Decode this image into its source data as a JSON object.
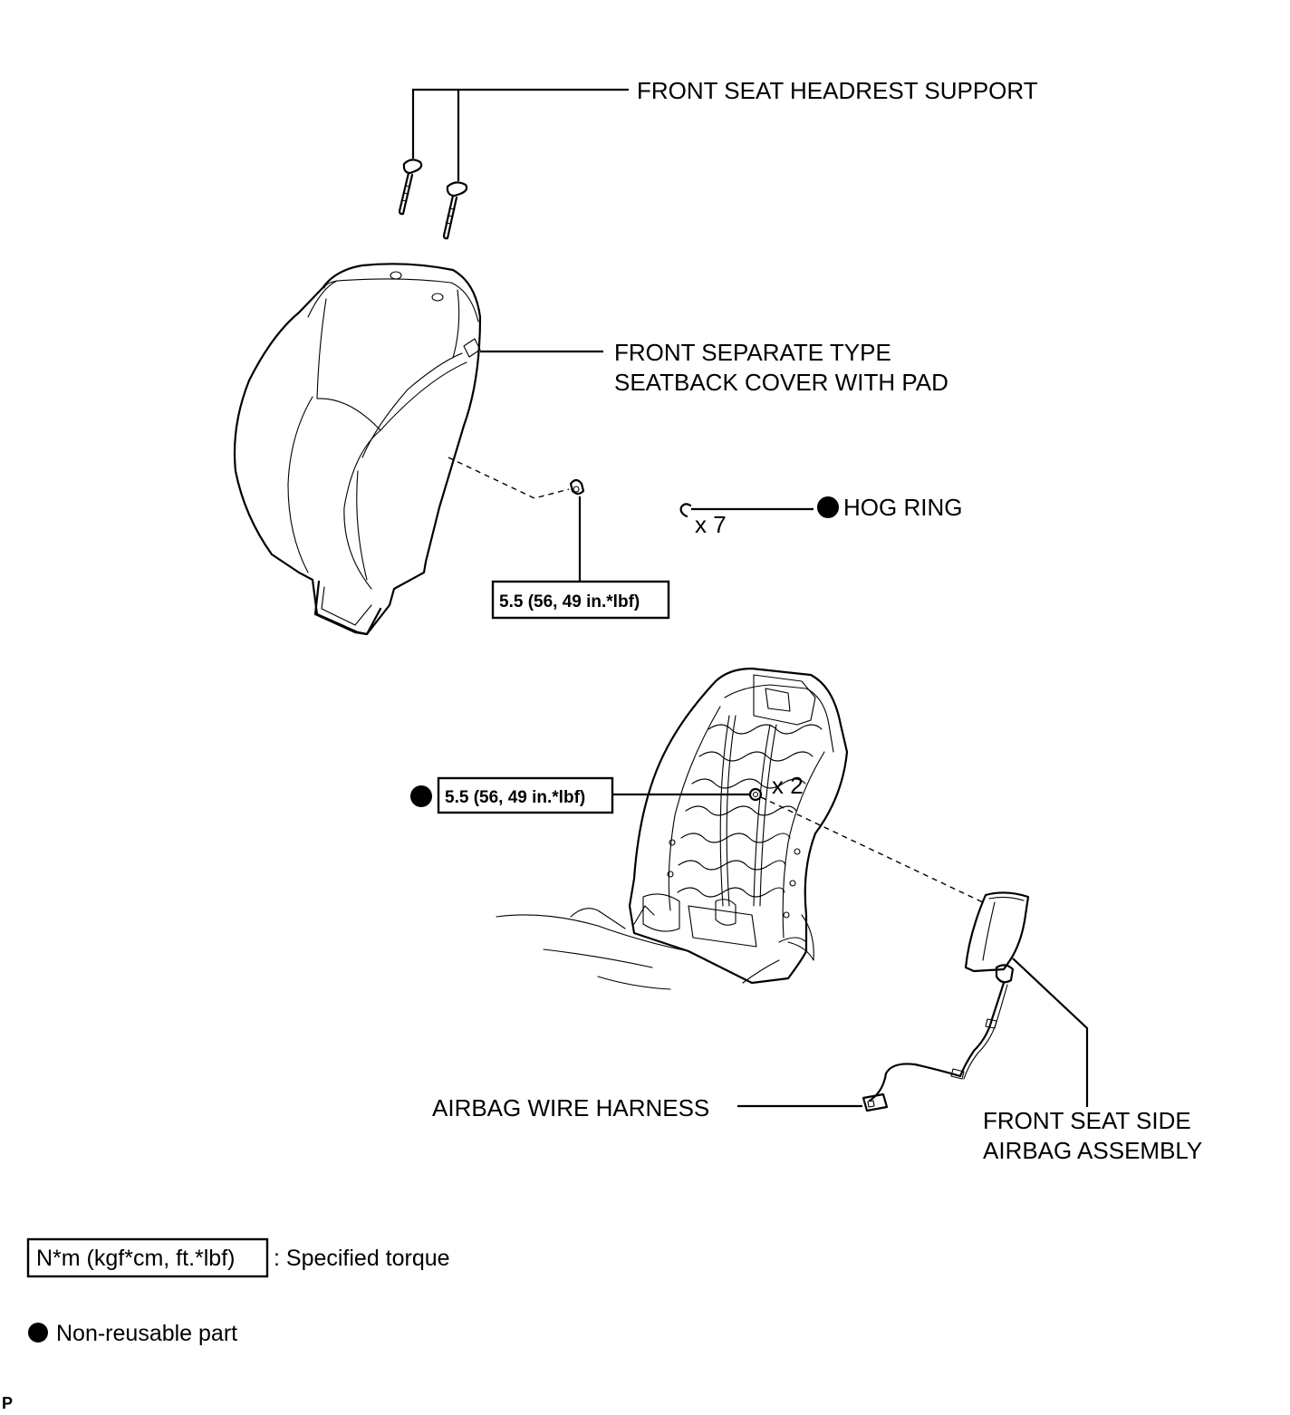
{
  "labels": {
    "headrest_support": "FRONT SEAT HEADREST SUPPORT",
    "seatback_cover_line1": "FRONT SEPARATE TYPE",
    "seatback_cover_line2": "SEATBACK COVER WITH PAD",
    "hog_ring": "HOG RING",
    "hog_ring_qty": "x 7",
    "nut_qty": "x 2",
    "airbag_harness": "AIRBAG WIRE HARNESS",
    "side_airbag_line1": "FRONT SEAT SIDE",
    "side_airbag_line2": "AIRBAG ASSEMBLY"
  },
  "torque": {
    "upper": "5.5 (56, 49 in.*lbf)",
    "lower": "5.5 (56, 49 in.*lbf)"
  },
  "legend": {
    "torque_unit": "N*m (kgf*cm, ft.*lbf)",
    "torque_desc": ": Specified torque",
    "nonreusable_desc": "Non-reusable part"
  },
  "corner_mark": "P",
  "colors": {
    "ink": "#000000",
    "paper": "#ffffff"
  },
  "icons": {
    "non_reusable": "filled-black-circle"
  }
}
